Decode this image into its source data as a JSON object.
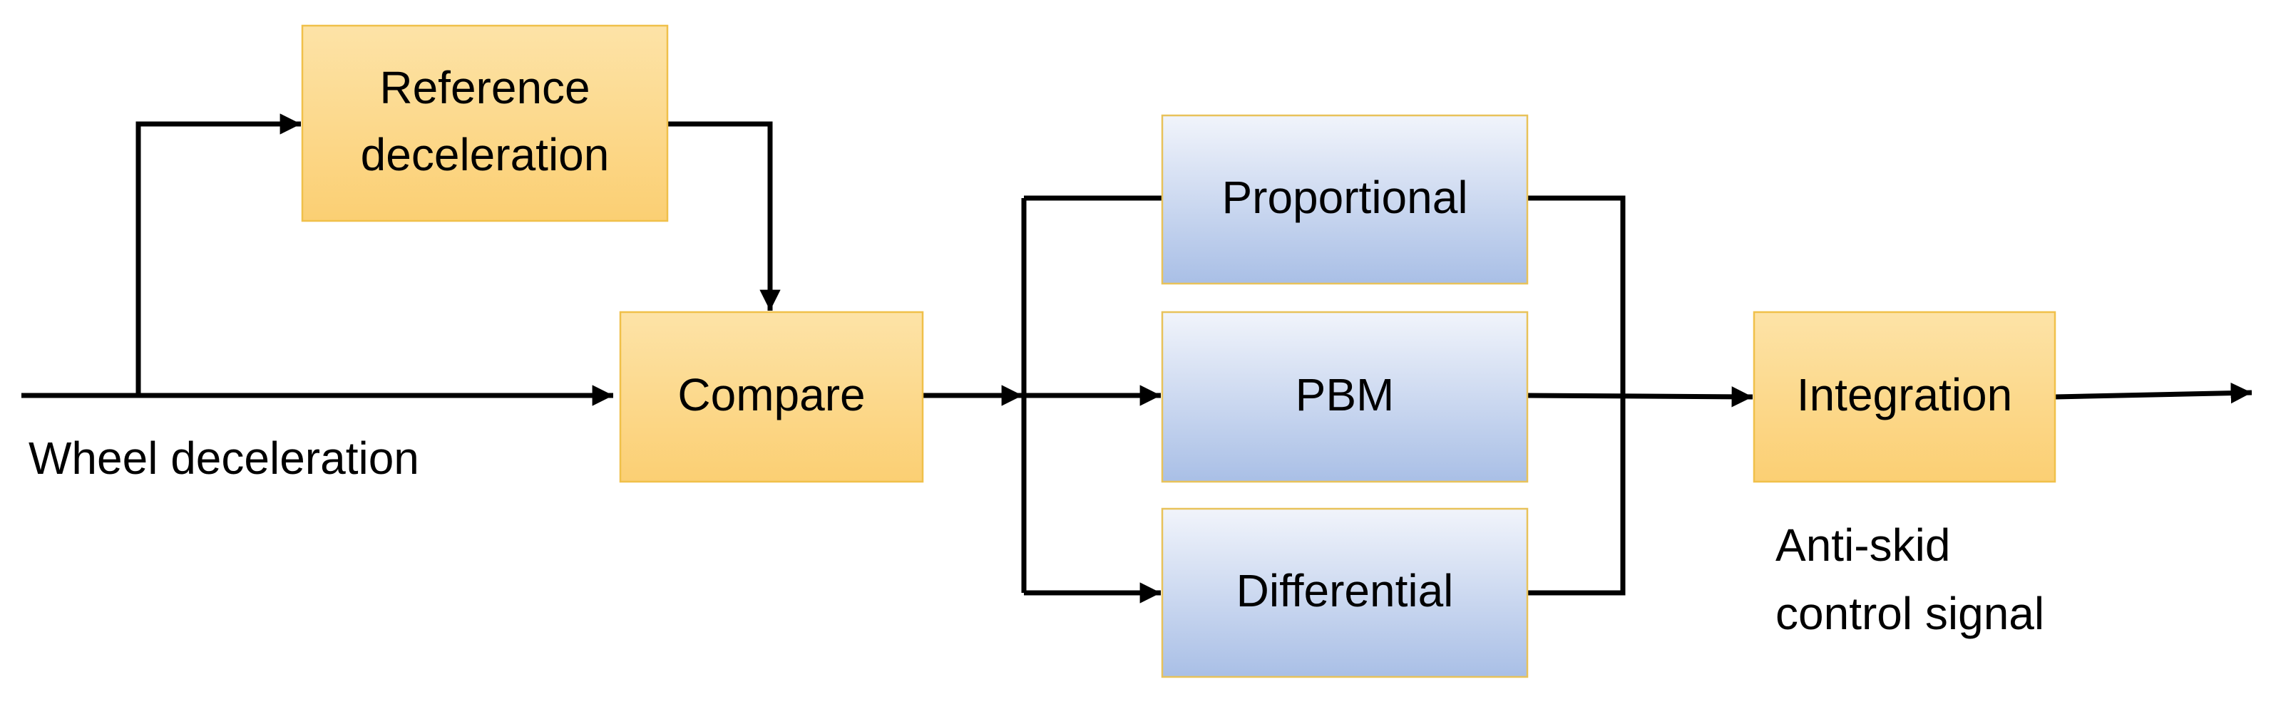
{
  "blocks": {
    "reference": {
      "line1": "Reference",
      "line2": "deceleration"
    },
    "compare": {
      "label": "Compare"
    },
    "proportional": {
      "label": "Proportional"
    },
    "pbm": {
      "label": "PBM"
    },
    "differential": {
      "label": "Differential"
    },
    "integration": {
      "label": "Integration"
    }
  },
  "labels": {
    "input": "Wheel deceleration",
    "output_line1": "Anti-skid",
    "output_line2": "control signal"
  },
  "colors": {
    "orange_top": "#FDE3A7",
    "orange_bottom": "#FBCF73",
    "orange_border": "#F0C04A",
    "blue_top": "#F1F4FB",
    "blue_bottom": "#A9BFE6",
    "blue_border": "#E8C25A",
    "line": "#000000"
  }
}
